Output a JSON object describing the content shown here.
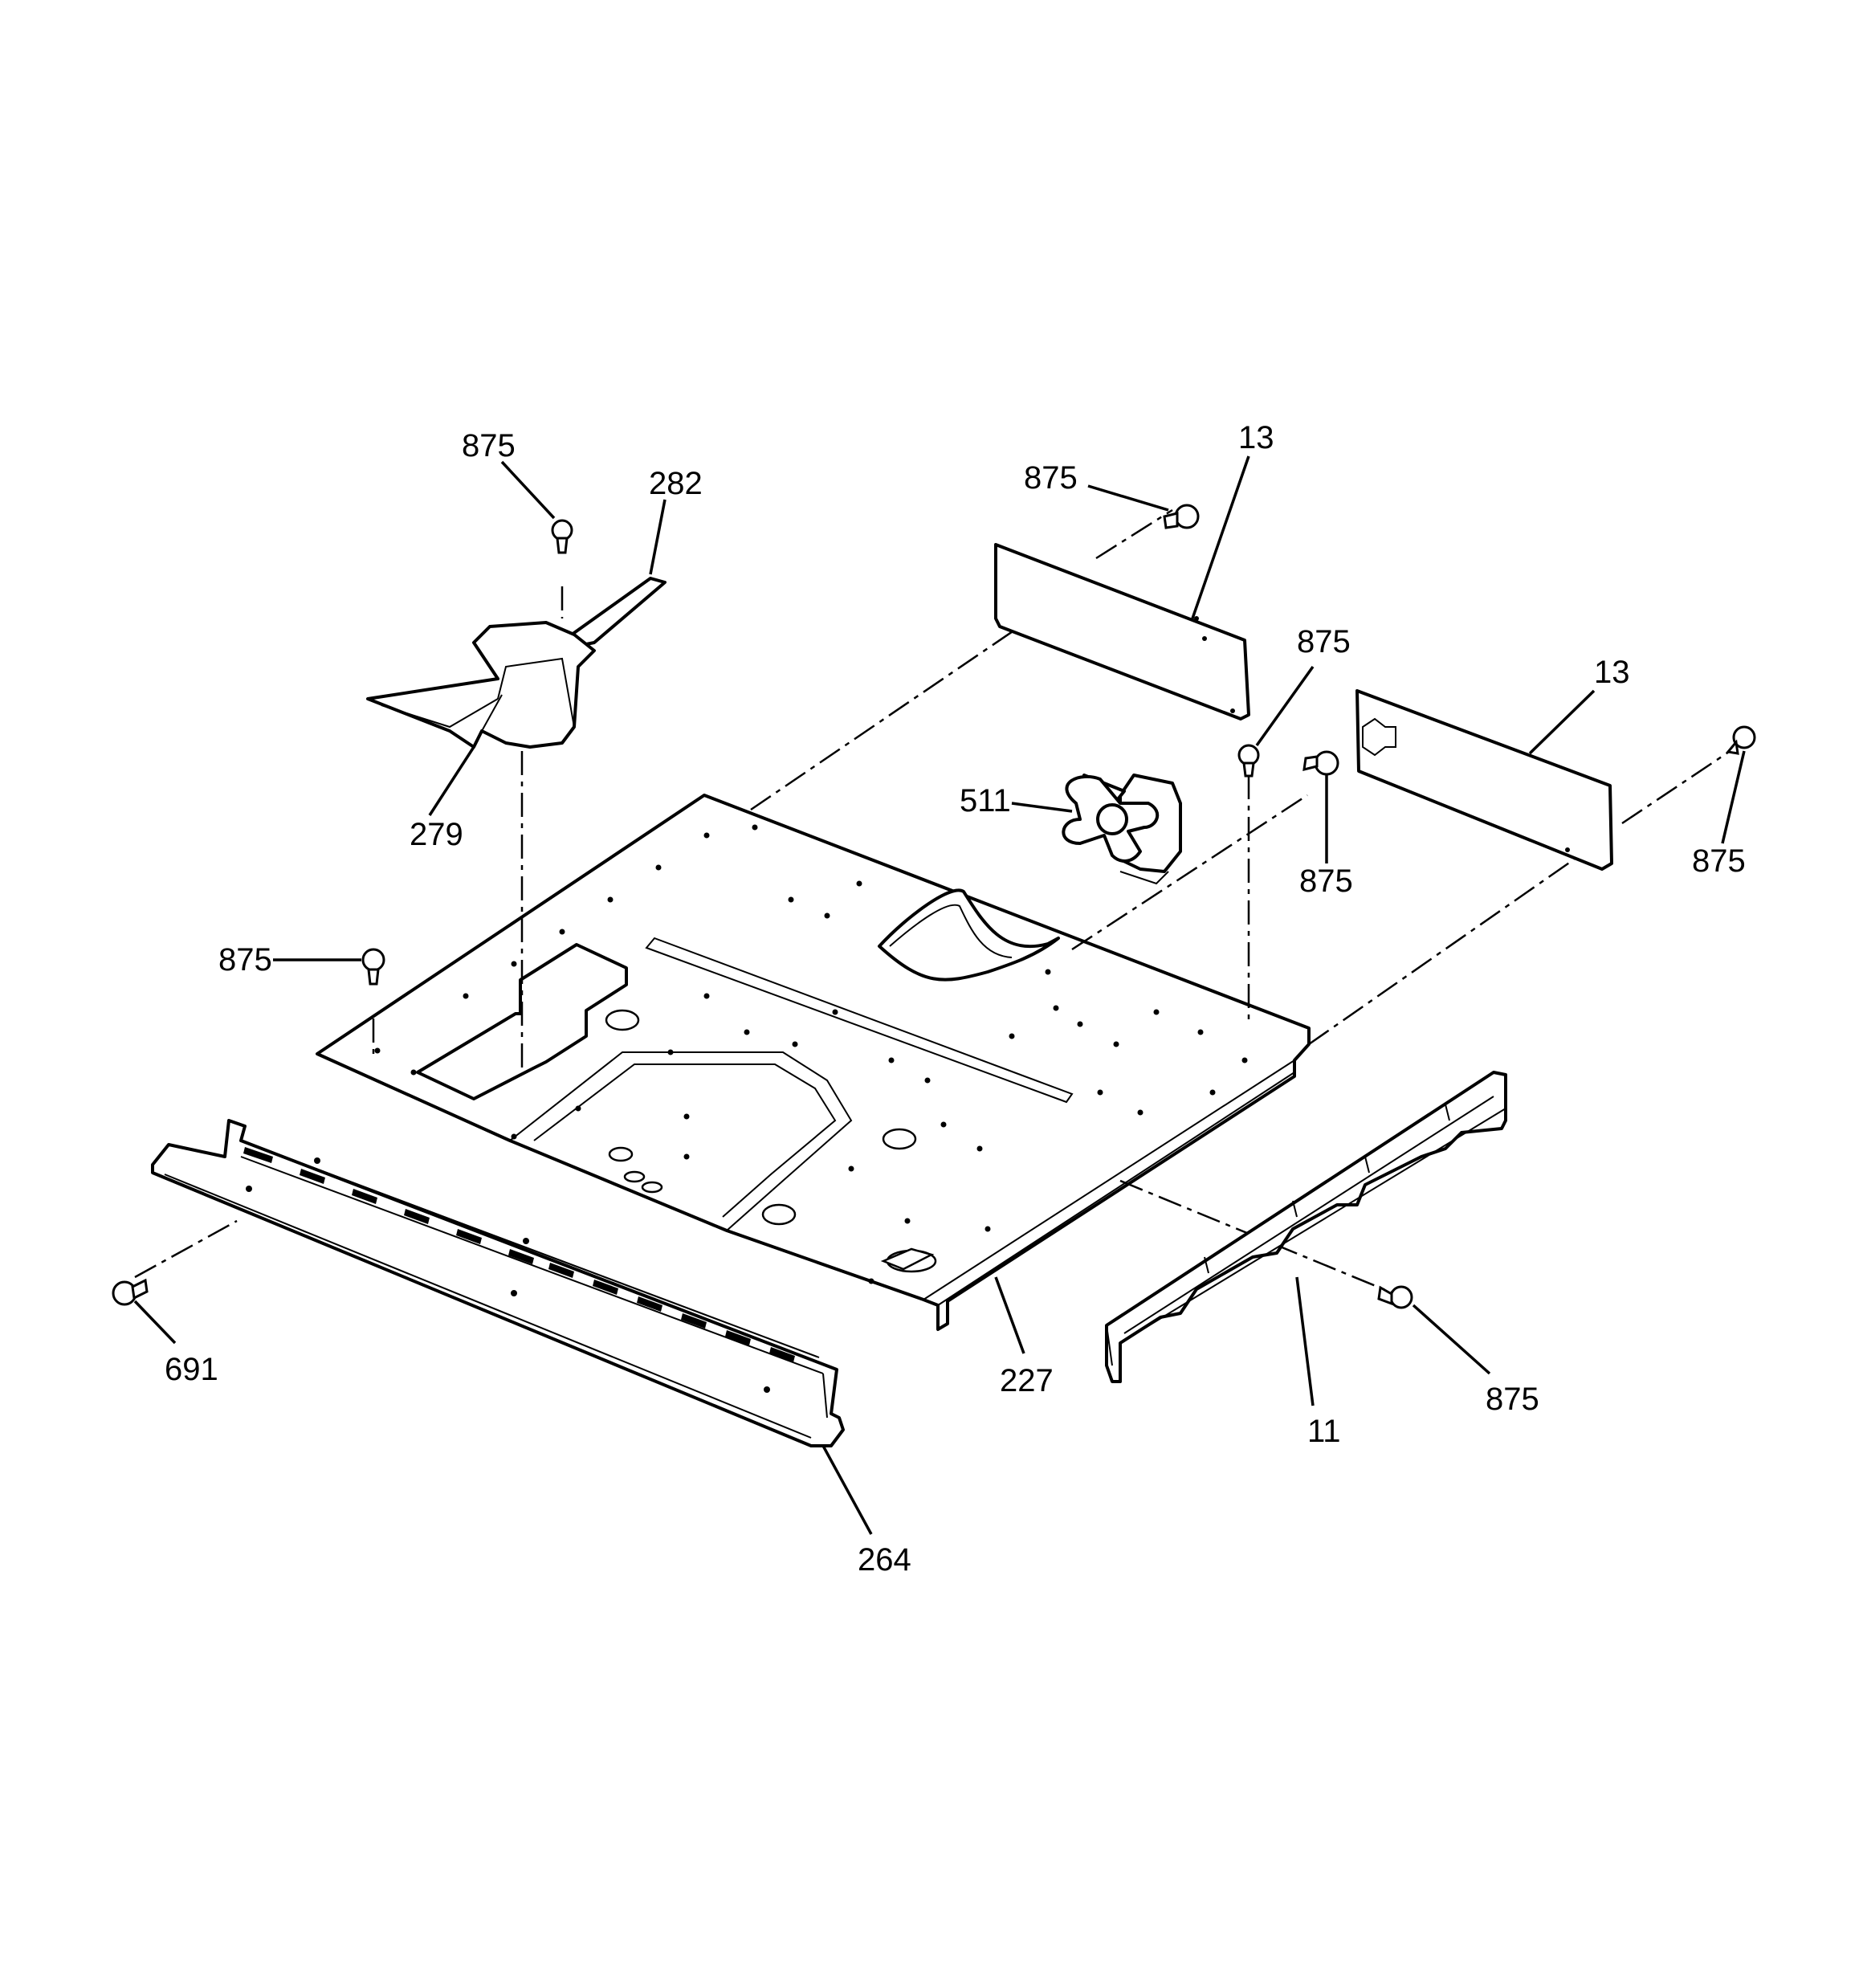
{
  "diagram": {
    "labels": {
      "screw_top_left": "875",
      "duct_outlet": "282",
      "duct_body": "279",
      "screw_panel_a": "875",
      "panel_a": "13",
      "screw_center": "875",
      "fan_motor": "511",
      "screw_center_lower": "875",
      "panel_b": "13",
      "screw_right": "875",
      "screw_left_floor": "875",
      "base_pan": "227",
      "front_trim": "264",
      "screw_front": "691",
      "side_rail": "11",
      "screw_rail": "875"
    }
  }
}
